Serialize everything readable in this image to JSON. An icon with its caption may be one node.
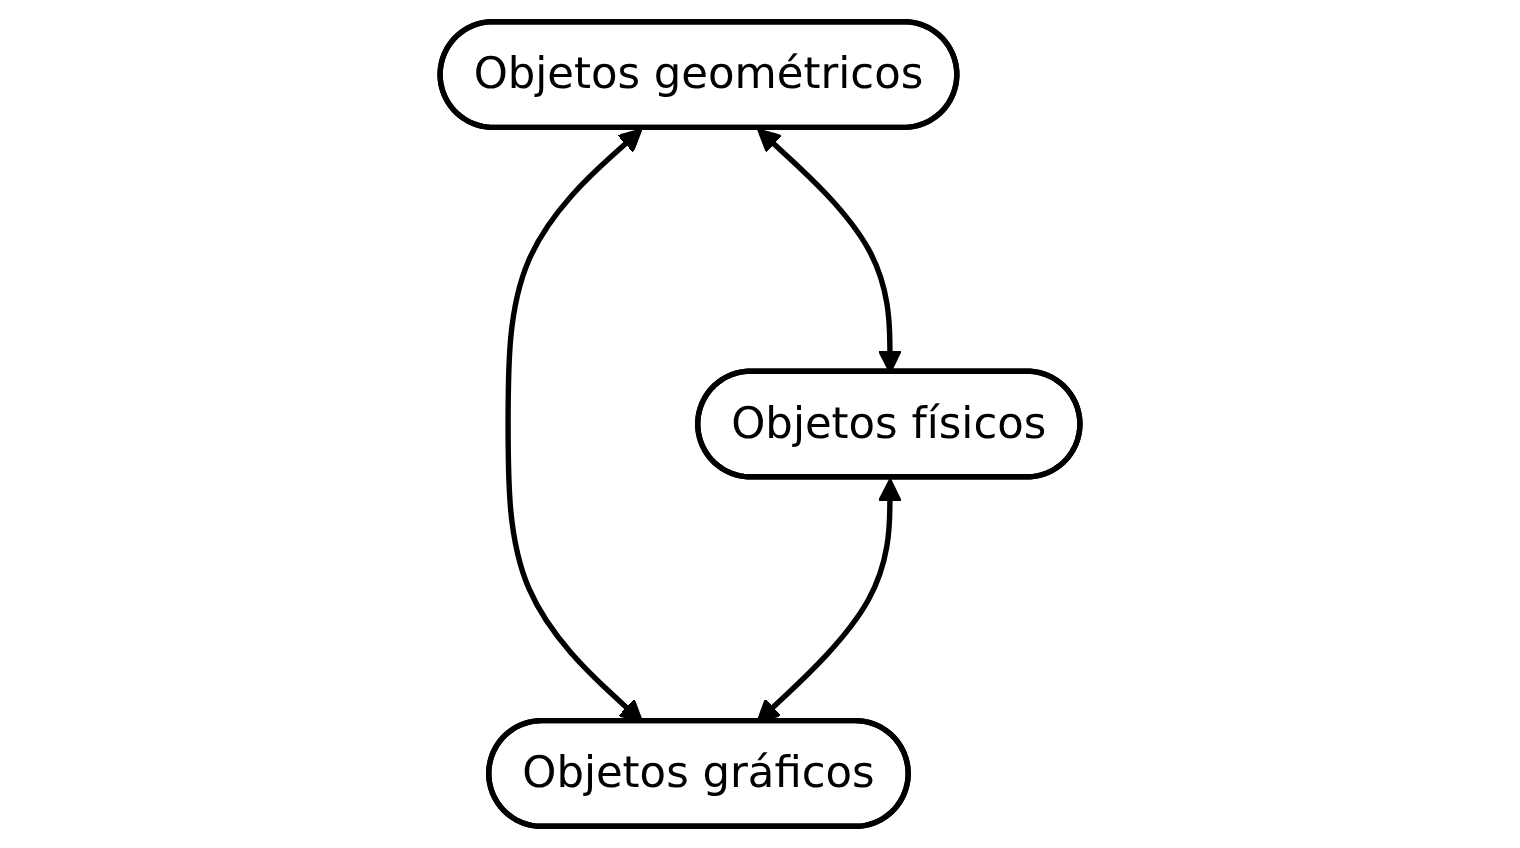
{
  "diagram": {
    "nodes": [
      {
        "text": [
          "Objetos geométricos"
        ]
      },
      {
        "text": [
          "Objetos físicos"
        ]
      },
      {
        "text": [
          "Objetos gráficos"
        ]
      }
    ],
    "edges": [
      {
        "from": 0,
        "to": 1,
        "arrow": "both"
      },
      {
        "from": 0,
        "to": 2,
        "arrow": "both"
      },
      {
        "from": 1,
        "to": 2,
        "arrow": "both"
      }
    ]
  }
}
